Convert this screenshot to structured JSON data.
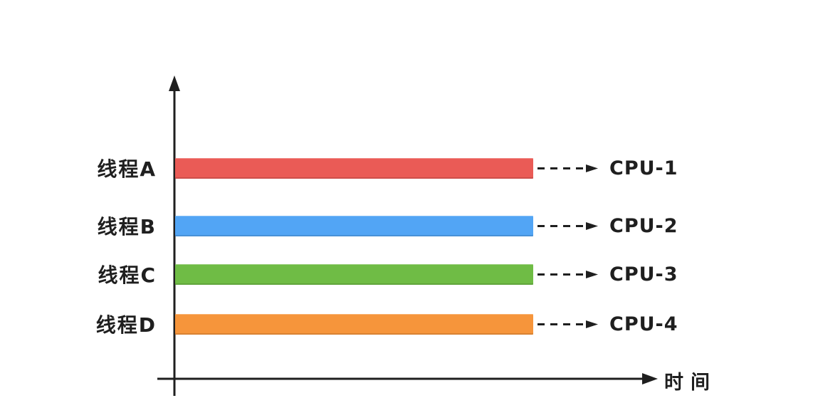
{
  "ink": "#1f1f1f",
  "axes": {
    "x_label": "时间"
  },
  "threads": [
    {
      "label": "线程A",
      "cpu": "CPU-1",
      "color": "#ea5b56"
    },
    {
      "label": "线程B",
      "cpu": "CPU-2",
      "color": "#52a5f5"
    },
    {
      "label": "线程C",
      "cpu": "CPU-3",
      "color": "#6fbc45"
    },
    {
      "label": "线程D",
      "cpu": "CPU-4",
      "color": "#f6953b"
    }
  ]
}
